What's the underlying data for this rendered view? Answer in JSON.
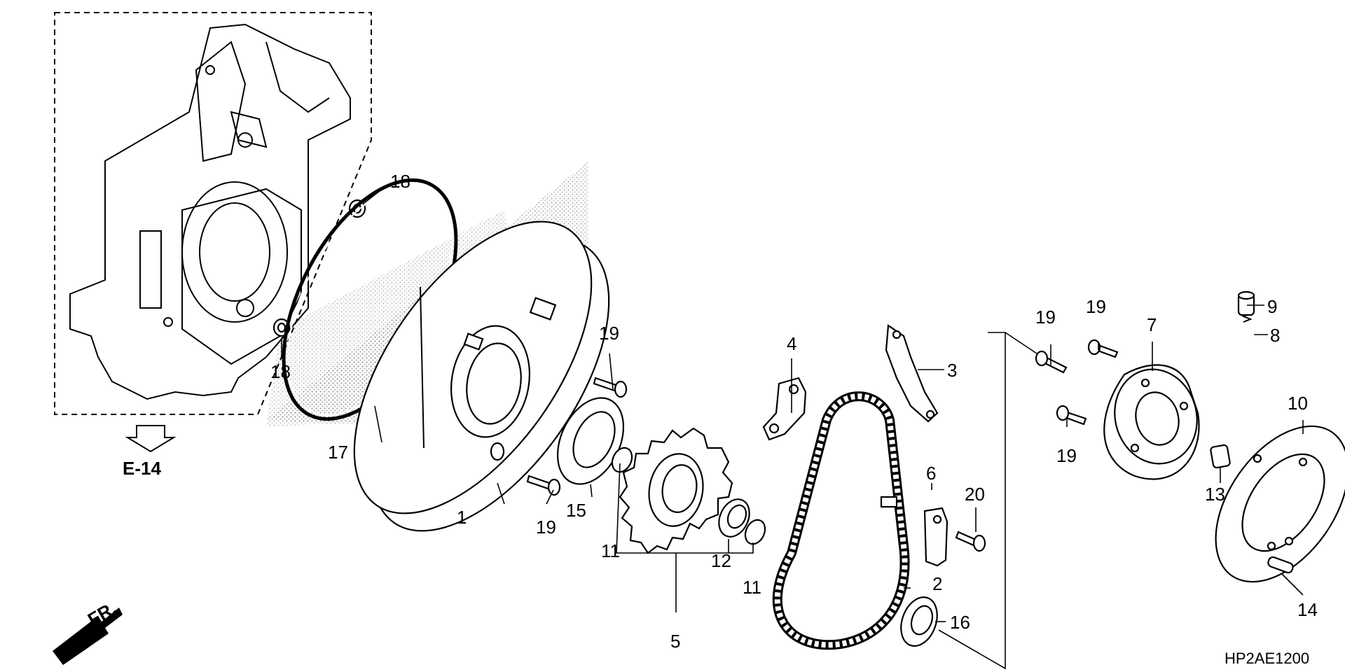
{
  "diagram_code": "HP2AE1200",
  "ref_section": "E-14",
  "front_marker": "FR.",
  "callouts": {
    "p1": "1",
    "p2": "2",
    "p3": "3",
    "p4": "4",
    "p5": "5",
    "p6": "6",
    "p7": "7",
    "p8": "8",
    "p9": "9",
    "p10": "10",
    "p11a": "11",
    "p11b": "11",
    "p12": "12",
    "p13": "13",
    "p14": "14",
    "p15": "15",
    "p16": "16",
    "p17": "17",
    "p18a": "18",
    "p18b": "18",
    "p19a": "19",
    "p19b": "19",
    "p19c": "19",
    "p19d": "19",
    "p19e": "19",
    "p20": "20"
  }
}
